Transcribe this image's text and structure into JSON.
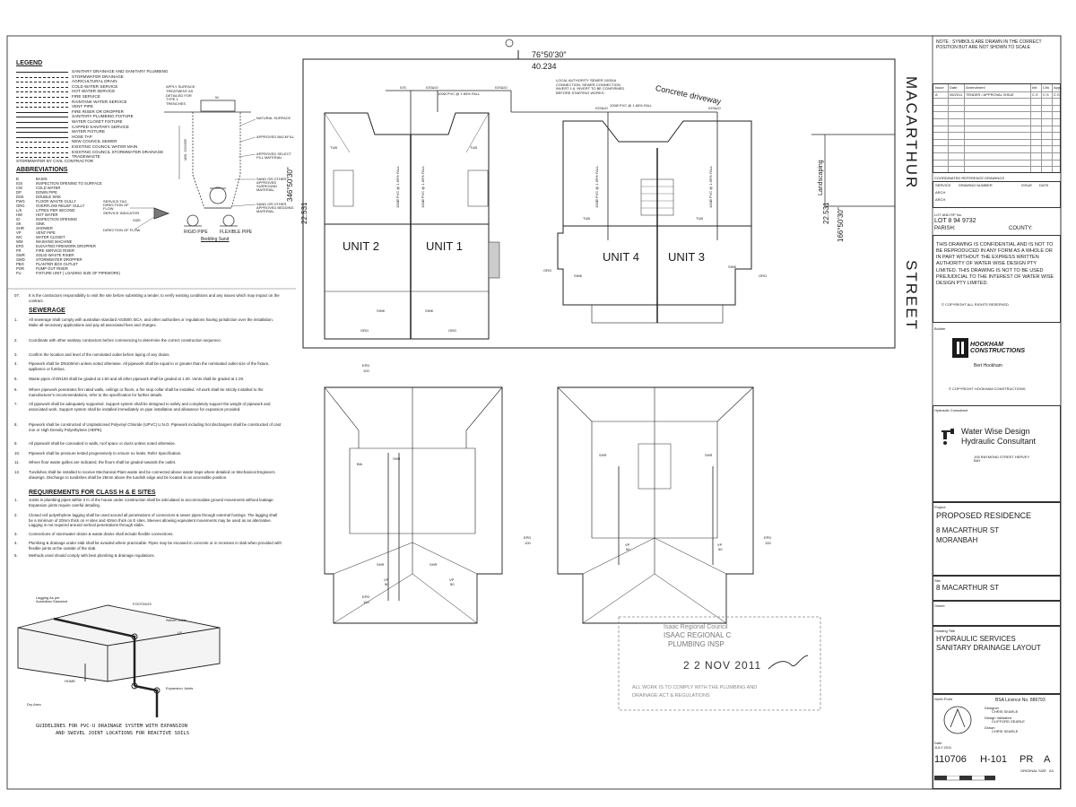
{
  "legend": {
    "title": "LEGEND",
    "items": [
      "SANITARY DRAINAGE AND SANITARY PLUMBING",
      "STORMWATER DRAINAGE",
      "AGRICULTURAL DRAIN",
      "COLD WATER SERVICE",
      "HOT WATER SERVICE",
      "FIRE SERVICE",
      "RAINTANK WATER SERVICE",
      "VENT PIPE",
      "FIRE RISER OR DROPPER",
      "SANITARY PLUMBING FIXTURE",
      "WATER CLOSET FIXTURE",
      "CAPPED SANITARY SERVICE",
      "WATER FIXTURE",
      "HOSE TAP",
      "NEW COUNCIL SEWER",
      "EXISTING COUNCIL WATER MAIN",
      "EXISTING COUNCIL STORMWATER DRAINAGE",
      "TRADEWASTE"
    ],
    "stormwater_note": "STORMWATER BY CIVIL CONTRACTOR"
  },
  "abbreviations": {
    "title": "ABBREVIATIONS",
    "items": [
      {
        "k": "B",
        "v": "BASIN"
      },
      {
        "k": "IOS",
        "v": "INSPECTION OPENING TO SURFACE"
      },
      {
        "k": "CW",
        "v": "COLD WATER"
      },
      {
        "k": "DP",
        "v": "DOWN PIPE"
      },
      {
        "k": "DSK",
        "v": "DOUBLE SINK"
      },
      {
        "k": "FWG",
        "v": "FLOOR WASTE GULLY"
      },
      {
        "k": "ORG",
        "v": "OVERFLOW RELIEF GULLY"
      },
      {
        "k": "L/S",
        "v": "LITRES PER SECOND"
      },
      {
        "k": "HW",
        "v": "HOT WATER"
      },
      {
        "k": "IO",
        "v": "INSPECTION OPENING"
      },
      {
        "k": "SK",
        "v": "SINK"
      },
      {
        "k": "SHR",
        "v": "SHOWER"
      },
      {
        "k": "VP",
        "v": "VENT PIPE"
      },
      {
        "k": "WC",
        "v": "WATER CLOSET"
      },
      {
        "k": "WM",
        "v": "WASHING MACHINE"
      },
      {
        "k": "EFD",
        "v": "ELEVATED FIREWORK DROPPER"
      },
      {
        "k": "FR",
        "v": "FIRE SERVICE RISER"
      },
      {
        "k": "SWR",
        "v": "SOLID WASTE RISER"
      },
      {
        "k": "SWD",
        "v": "STORMWATER DROPPER"
      },
      {
        "k": "PBO",
        "v": "PLANTER BOX OUTLET"
      },
      {
        "k": "POR",
        "v": "PUMP OUT RISER"
      },
      {
        "k": "FU",
        "v": "FIXTURE UNIT ( LOADING SIZE OF PIPEWORK)"
      }
    ]
  },
  "detail_labels": {
    "apply_surface": "APPLY SURFACE TREATMENT AS DETAILED FOR TYPE 1 TRENCHES",
    "natural_surface": "NATURAL SURFACE",
    "approved_backfill": "APPROVED BACKFILL",
    "select_fill": "APPROVED SELECT FILL MATERIAL",
    "sand_or_other": "SAND OR OTHER APPROVED SURROUND MATERIAL",
    "bedding_material": "SAND OR OTHER APPROVED BEDDING MATERIAL",
    "service_tag": "SERVICE TAG DIRECTION OF FLOW",
    "service_indicator": "SERVICE INDICATOR",
    "size": "SIZE",
    "direction_flow": "DIRECTION OF FLOW",
    "rigid_pipe": "RIGID PIPE",
    "flexible_pipe": "FLEXIBLE PIPE",
    "bedding_sand": "Bedding Sand",
    "width": "W",
    "cover": "MIN. COVER"
  },
  "notes": {
    "general_intro": "It is the contractors responsibility to visit the site before submitting a tender, to verify existing conditions and any issues which may impact on the contract.",
    "sewerage_title": "SEWERAGE",
    "sewerage_items": [
      "All sewerage shall comply with australian standard AS3500, BCA, and other authorities or regulations having jurisdiction over the installation. Make all necessary applications and pay all associated fees and charges.",
      "Coordinate with other sanitary contractors before commencing to determine the correct construction sequence.",
      "Confirm the location and level of the nominated outlet before laying of any drains.",
      "Pipework shall be DN100mm unless noted otherwise. All pipework shall be equal to or greater than the nominated outlet size of the fixture, appliance or fumbus.",
      "Waste pipes of DN100 shall be graded at 1:60 and all other pipework shall be graded at 1:40. Vents shall be graded at 1:20.",
      "Where pipework penetrates fire rated walls, ceilings or floors, a fire stop collar shall be installed. All work shall be strictly installed to the manufacturer's recommendations, refer to the specification for further details.",
      "All pipework shall be adequately supported. Support system shall be designed to safely and completely support the weight of pipework and associated work. Support system shall be installed immediately on pipe installation and allowance for expansion provided.",
      "Pipework shall be constructed of Unplasticised Polyvinyl Chloride (UPVC) U.N.O. Pipework including hot dischargers shall be constructed of cast iron or High Density Polyethylene (HDPE).",
      "All pipework shall be concealed in walls, roof space or ducts unless noted otherwise.",
      "Pipework shall be pressure tested progressively to ensure no leaks. Refer Specification.",
      "Where floor waste gullies are indicated, the floors shall be graded towards the outlet.",
      "Tundishes shall be installed to receive Mechanical Plant waste and be connected above waste traps where detailed on Mechanical Engineers drawings. Discharge to tundishes shall be 25mm above the tundish edge and be located in an accessible position."
    ],
    "class_title": "REQUIREMENTS FOR CLASS H & E SITES",
    "class_items": [
      "Joints in plumbing pipes within 3 m of the house under construction shall be articulated to accommodate ground movements without leakage. Expansion joints require careful detailing.",
      "Closed cell polyethylene lagging shall be used around all penetrations of connectors & sewer pipes through external footings. The lagging shall be a minimum of 20mm thick on H sites and 40mm thick on E sites. Sleeves allowing equivalent movements may be used as an alternative. Lagging is not required around vertical penetrations through slabs.",
      "Connections of stormwater drains & waste drains shall include flexible connections.",
      "Plumbing & drainage under slab shall be avoided where practicable. Pipes may be encased in concrete or in recesses in slab when provided with flexible joints at the outside of the slab.",
      "Methods used should comply with best plumbing & drainage regulations."
    ]
  },
  "expansion_detail": {
    "title_line1": "GUIDELINES FOR PVC-U DRAINAGE SYSTEM WITH EXPANSION",
    "title_line2": "AND SWIVEL JOINT LOCATIONS FOR REACTIVE SOILS",
    "lagging": "Lagging As per Australian Standard",
    "footings": "FOOTINGS",
    "swivel": "Swivel Joints",
    "lp": "I.P.",
    "expansion": "Expansion Joints",
    "home": "HOME",
    "dry_area": "Dry Area"
  },
  "plan": {
    "bearing_top": "76°50'30\"",
    "dist_top": "40.234",
    "bearing_left": "346°50'30\"",
    "dist_left": "22.531",
    "bearing_right": "166°50'30\"",
    "dist_right": "22.531",
    "driveway": "Concrete driveway",
    "landscaping": "Landscaping",
    "authority_note": "LOCAL AUTHORITY SEWER 100DIA CONNECTION. SEWER CONNECTION INVERT 1.6. INVERT TO BE CONFIRMED BEFORE STARTING WORKS",
    "pipe_label": "100Ø PVC @ 1.65% FALL",
    "pipe_label_vertical": "100Ø PVC @ 1.65% FALL",
    "units": [
      "UNIT 2",
      "UNIT 1",
      "UNIT 4",
      "UNIT 3"
    ],
    "ios": "IOS",
    "iosio": "IOS&IO",
    "tub": "TUB",
    "sink": "SINK",
    "org": "ORG",
    "shr": "SHR",
    "bth": "Bth",
    "vp": "VP",
    "vp_size": "50",
    "epd": "EPD",
    "epd_size": "100"
  },
  "street": {
    "word1": "MACARTHUR",
    "word2": "STREET"
  },
  "stamp": {
    "line1": "Isaac Regional Council",
    "line2": "ISAAC REGIONAL C",
    "line3": "PLUMBING INSP",
    "date": "2 2 NOV 2011",
    "line4": "ALL WORK IS TO COMPLY WITH THE PLUMBING AND",
    "line5": "DRAINAGE ACT & REGULATIONS"
  },
  "title_block": {
    "note": "NOTE : SYMBOLS ARE DRAWN IN THE CORRECT POSITION BUT ARE NOT SHOWN TO SCALE",
    "rev_headers": [
      "Issue",
      "Date",
      "Amendment",
      "Init.",
      "Chk",
      "Appr."
    ],
    "rev_rows": [
      {
        "issue": "A",
        "date": "05/2011",
        "amend": "TENDER / APPROVAL ISSUE",
        "init": "C.S",
        "chk": "C.S",
        "appr": "C.S"
      }
    ],
    "coord_title": "COORDINATED REFERENCE DRAWINGS",
    "coord_headers": [
      "SERVICE",
      "DRAWING NUMBER",
      "ISSUE",
      "DATE"
    ],
    "coord_rows": [
      "ARCH",
      "ARCH"
    ],
    "lot_label": "LOT AND RP No.",
    "lot": "LOT 8 94 9732",
    "parish": "PARISH:",
    "county": "COUNTY:",
    "confidential": "THIS DRAWING IS CONFIDENTIAL AND IS NOT TO BE REPRODUCED IN ANY FORM AS A WHOLE OR IN PART WITHOUT THE EXPRESS WRITTEN AUTHORITY OF WATER WISE DESIGN PTY LIMITED. THIS DRAWING IS NOT TO BE USED PREJUDICIAL TO THE INTEREST OF WATER WISE DESIGN PTY LIMITED.",
    "copyright": "© COPYRIGHT ALL RIGHTS RESERVED",
    "builder_label": "Builder",
    "builder_logo": "HOOKHAM CONSTRUCTIONS",
    "builder_contact": "Bert Hookham",
    "builder_copyright": "© COPYRIGHT HOOKHAM CONSTRUCTIONS",
    "consultant_label": "Hydraulic Consultant",
    "consultant_name1": "Water Wise Design",
    "consultant_name2": "Hydraulic Consultant",
    "consultant_addr": "105 RAYMOND STREET HERVEY BAY",
    "project_label": "Project",
    "project_name": "PROPOSED RESIDENCE",
    "project_addr1": "8 MACARTHUR ST",
    "project_addr2": "MORANBAH",
    "site_label": "Site",
    "site": "8 MACARTHUR ST",
    "owner_label": "Owner",
    "drawing_label": "Drawing Title",
    "drawing_title1": "HYDRAULIC SERVICES",
    "drawing_title2": "SANITARY DRAINAGE LAYOUT",
    "north_label": "North Point",
    "bsa": "BSA Licence No. 886793",
    "designer_label": "Designer",
    "designer": "CHRIS SEARLE",
    "validated_label": "Design Validated",
    "validated": "CLIFFORD SEARLE",
    "drawn_label": "Drawn",
    "drawn": "CHRIS SEARLE",
    "date_label": "Date",
    "date": "JULY 2011",
    "job_no": "110706",
    "dwg_no": "H-101",
    "status": "PR",
    "issue": "A",
    "scale_label": "ORIGINAL SIZE",
    "scale_size": "A3"
  }
}
